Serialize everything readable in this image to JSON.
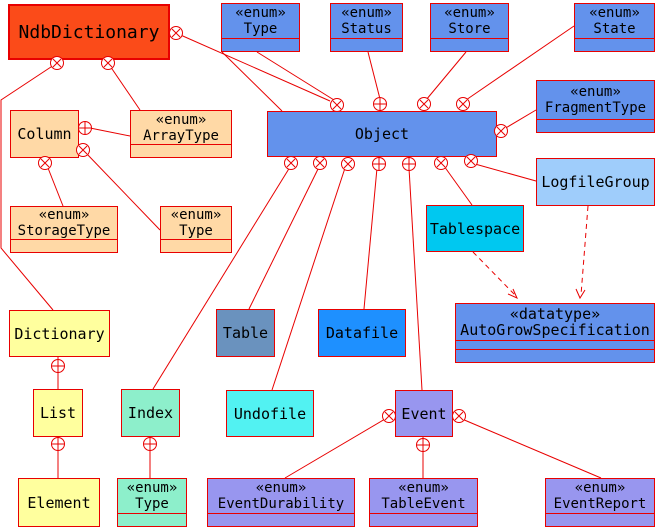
{
  "diagram": {
    "type": "uml-class-diagram",
    "boxes": {
      "ndbdictionary": {
        "name": "NdbDictionary"
      },
      "enum_type_top": {
        "stereotype": "«enum»",
        "name": "Type"
      },
      "enum_status": {
        "stereotype": "«enum»",
        "name": "Status"
      },
      "enum_store": {
        "stereotype": "«enum»",
        "name": "Store"
      },
      "enum_state": {
        "stereotype": "«enum»",
        "name": "State"
      },
      "column": {
        "name": "Column"
      },
      "enum_arraytype": {
        "stereotype": "«enum»",
        "name": "ArrayType"
      },
      "enum_storagetype": {
        "stereotype": "«enum»",
        "name": "StorageType"
      },
      "enum_type_column": {
        "stereotype": "«enum»",
        "name": "Type"
      },
      "object": {
        "name": "Object"
      },
      "enum_fragmenttype": {
        "stereotype": "«enum»",
        "name": "FragmentType"
      },
      "logfilegroup": {
        "name": "LogfileGroup"
      },
      "tablespace": {
        "name": "Tablespace"
      },
      "autogrow": {
        "stereotype": "«datatype»",
        "name": "AutoGrowSpecification"
      },
      "dictionary": {
        "name": "Dictionary"
      },
      "list": {
        "name": "List"
      },
      "element": {
        "name": "Element"
      },
      "index": {
        "name": "Index"
      },
      "enum_type_index": {
        "stereotype": "«enum»",
        "name": "Type"
      },
      "table": {
        "name": "Table"
      },
      "datafile": {
        "name": "Datafile"
      },
      "undofile": {
        "name": "Undofile"
      },
      "event": {
        "name": "Event"
      },
      "enum_eventdurability": {
        "stereotype": "«enum»",
        "name": "EventDurability"
      },
      "enum_tableevent": {
        "stereotype": "«enum»",
        "name": "TableEvent"
      },
      "enum_eventreport": {
        "stereotype": "«enum»",
        "name": "EventReport"
      }
    },
    "edges": [
      {
        "from": "NdbDictionary",
        "to": "Object",
        "marker": "circle-x"
      },
      {
        "from": "NdbDictionary",
        "to": "Dictionary",
        "marker": "circle-x"
      },
      {
        "from": "NdbDictionary",
        "to": "Column",
        "marker": "circle-x"
      },
      {
        "from": "Object",
        "to": "Type",
        "marker": "circle-x"
      },
      {
        "from": "Object",
        "to": "Status",
        "marker": "circle-plus"
      },
      {
        "from": "Object",
        "to": "Store",
        "marker": "circle-x"
      },
      {
        "from": "Object",
        "to": "State",
        "marker": "circle-x"
      },
      {
        "from": "Object",
        "to": "FragmentType",
        "marker": "circle-x"
      },
      {
        "from": "Object",
        "to": "Index",
        "marker": "circle-x"
      },
      {
        "from": "Object",
        "to": "Table",
        "marker": "circle-x"
      },
      {
        "from": "Object",
        "to": "Undofile",
        "marker": "circle-x"
      },
      {
        "from": "Object",
        "to": "Datafile",
        "marker": "circle-plus"
      },
      {
        "from": "Object",
        "to": "Event",
        "marker": "circle-plus"
      },
      {
        "from": "Object",
        "to": "Tablespace",
        "marker": "circle-x"
      },
      {
        "from": "Object",
        "to": "LogfileGroup",
        "marker": "circle-x"
      },
      {
        "from": "Column",
        "to": "ArrayType",
        "marker": "circle-plus"
      },
      {
        "from": "Column",
        "to": "StorageType",
        "marker": "circle-x"
      },
      {
        "from": "Column",
        "to": "Type (Column)",
        "marker": "circle-x"
      },
      {
        "from": "Dictionary",
        "to": "List",
        "marker": "circle-plus"
      },
      {
        "from": "List",
        "to": "Element",
        "marker": "circle-plus"
      },
      {
        "from": "Index",
        "to": "Type (Index)",
        "marker": "circle-plus"
      },
      {
        "from": "Event",
        "to": "EventDurability",
        "marker": "circle-x"
      },
      {
        "from": "Event",
        "to": "TableEvent",
        "marker": "circle-plus"
      },
      {
        "from": "Event",
        "to": "EventReport",
        "marker": "circle-x"
      },
      {
        "from": "Tablespace",
        "to": "AutoGrowSpecification",
        "style": "dashed-arrow"
      },
      {
        "from": "LogfileGroup",
        "to": "AutoGrowSpecification",
        "style": "dashed-arrow"
      }
    ],
    "colors": {
      "line": "#e80000",
      "ndbdictionary_fill": "#fb4b19",
      "column_enum_fill": "#ffd9a6",
      "object_enum_fill": "#6392ec",
      "logfilegroup_fill": "#9fcdfb",
      "tablespace_fill": "#00c8f0",
      "table_fill": "#6a92be",
      "datafile_fill": "#1e90ff",
      "undofile_fill": "#52f2f2",
      "index_fill": "#8defcb",
      "event_fill": "#9896ef",
      "dictionary_fill": "#ffff9e"
    }
  }
}
